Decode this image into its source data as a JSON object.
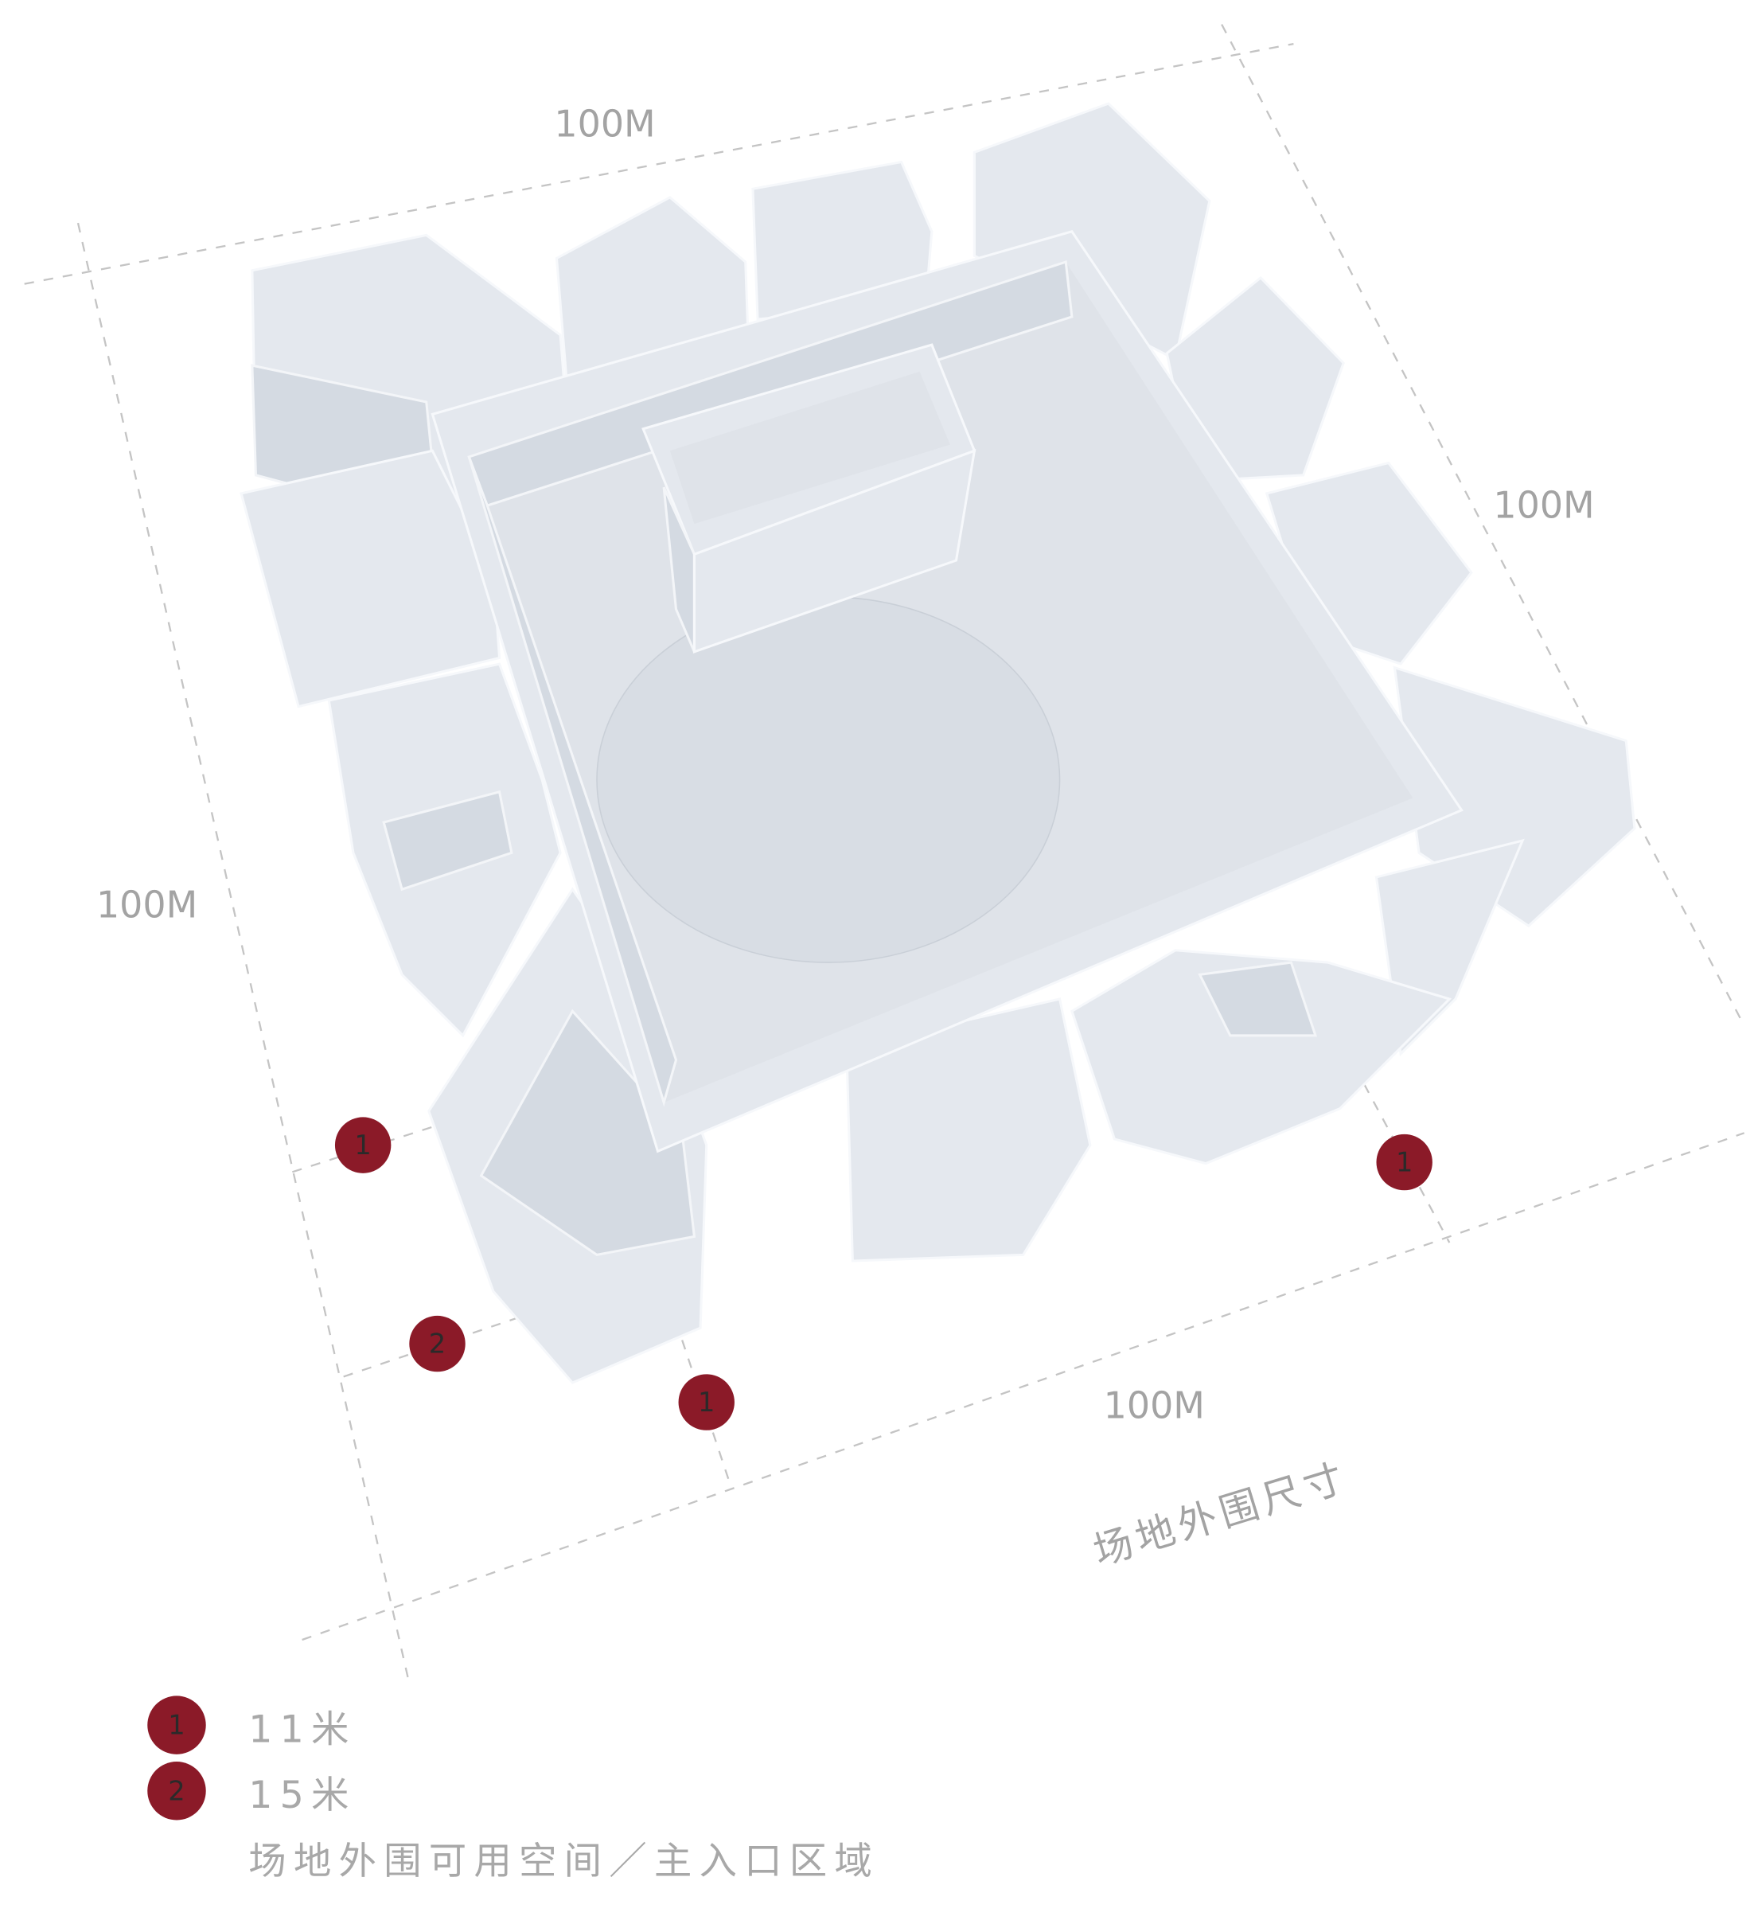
{
  "dimensions": {
    "top": "100M",
    "right": "100M",
    "left": "100M",
    "bottom": "100M",
    "caption": "场地外围尺寸"
  },
  "markers": [
    {
      "number": "1"
    },
    {
      "number": "1"
    },
    {
      "number": "2"
    },
    {
      "number": "1"
    }
  ],
  "legend": {
    "items": [
      {
        "number": "1",
        "label": "11米"
      },
      {
        "number": "2",
        "label": "15米"
      }
    ],
    "note": "场地外围可用空间／主入口区域"
  },
  "colors": {
    "marker": "#8b1a28",
    "text": "#a3a3a3"
  }
}
